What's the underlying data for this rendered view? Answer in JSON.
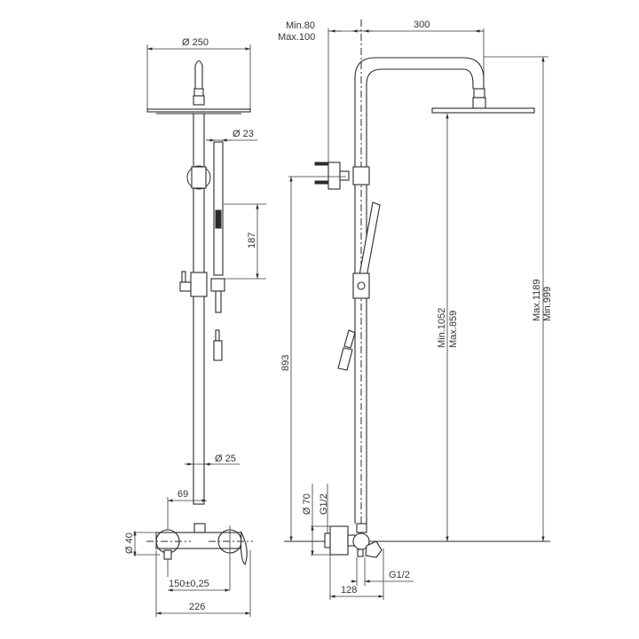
{
  "drawing": {
    "title": "Shower column with wall mixer - technical dimension drawing",
    "views": [
      "front-view",
      "side-view"
    ],
    "front_view": {
      "dimensions": {
        "head_diameter": "Ø 250",
        "hand_shower_diameter": "Ø 23",
        "hand_shower_length": "187",
        "riser_diameter": "Ø 25",
        "riser_offset": "69",
        "mixer_body_diameter": "Ø 40",
        "inlet_spacing": "150±0,25",
        "mixer_width": "226"
      }
    },
    "side_view": {
      "dimensions": {
        "wall_offset_min": "Min.80",
        "wall_offset_max": "Max.100",
        "arm_projection": "300",
        "bracket_height": "893",
        "slide_range_min": "Min.1052",
        "slide_range_max": "Max.859",
        "head_height_max": "Max.1189",
        "head_height_min": "Min.999",
        "escutcheon_diameter": "Ø 70",
        "inlet_thread": "G1/2",
        "outlet_thread": "G1/2",
        "mixer_projection": "128"
      }
    }
  }
}
